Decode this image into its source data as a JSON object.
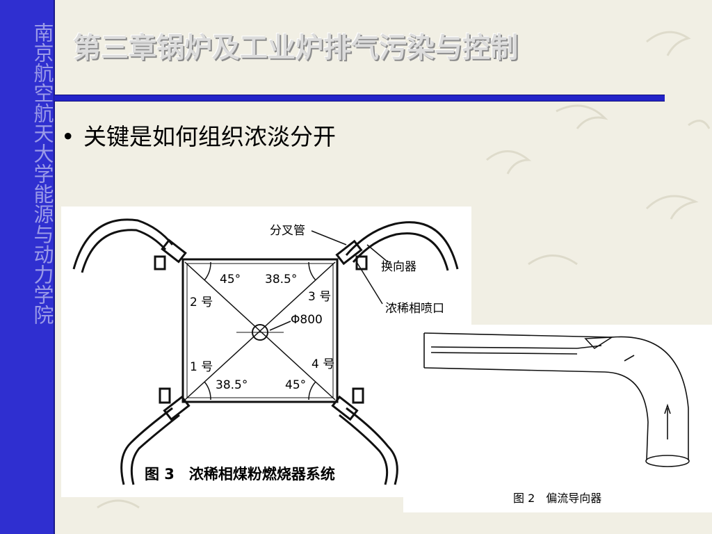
{
  "sidebar": {
    "text": "南京航空航天大学能源与动力学院"
  },
  "title": "第三章锅炉及工业炉排气污染与控制",
  "bullet": {
    "marker": "•",
    "text": "关键是如何组织浓淡分开"
  },
  "figure3": {
    "caption": "图 3　浓稀相煤粉燃烧器系统",
    "labels": {
      "branch_pipe": "分叉管",
      "diverter": "换向器",
      "nozzle": "浓稀相喷口",
      "diameter": "Φ800",
      "burner_1": "1 号",
      "burner_2": "2 号",
      "burner_3": "3 号",
      "burner_4": "4 号",
      "angle_top_left": "45°",
      "angle_top_right": "38.5°",
      "angle_bottom_left": "38.5°",
      "angle_bottom_right": "45°"
    }
  },
  "figure2": {
    "caption": "图 2　偏流导向器"
  },
  "colors": {
    "sidebar": "#2f2fd0",
    "rule": "#2323c8",
    "background": "#f1efe4",
    "title": "#dcdcdc"
  }
}
